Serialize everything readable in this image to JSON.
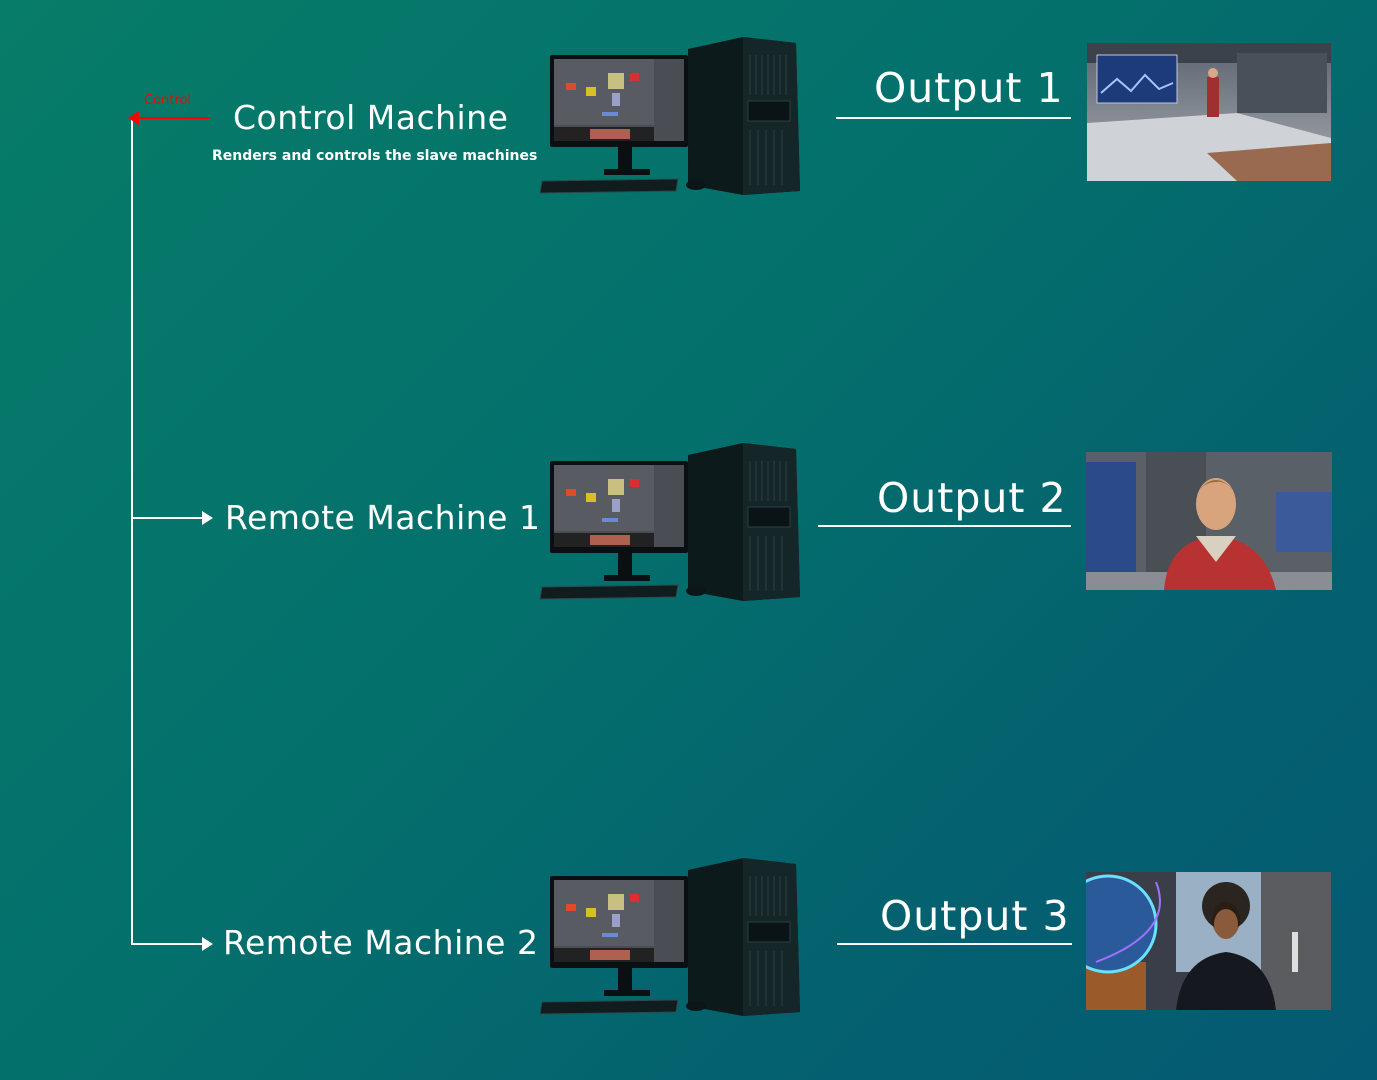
{
  "control": {
    "arrow_label": "Control",
    "title": "Control Machine",
    "subtitle": "Renders and controls the slave machines"
  },
  "remotes": [
    {
      "title": "Remote Machine 1"
    },
    {
      "title": "Remote Machine 2"
    }
  ],
  "outputs": [
    {
      "label": "Output 1"
    },
    {
      "label": "Output 2"
    },
    {
      "label": "Output 3"
    }
  ],
  "colors": {
    "connector": "#ffffff",
    "control_arrow": "#ff0000"
  }
}
